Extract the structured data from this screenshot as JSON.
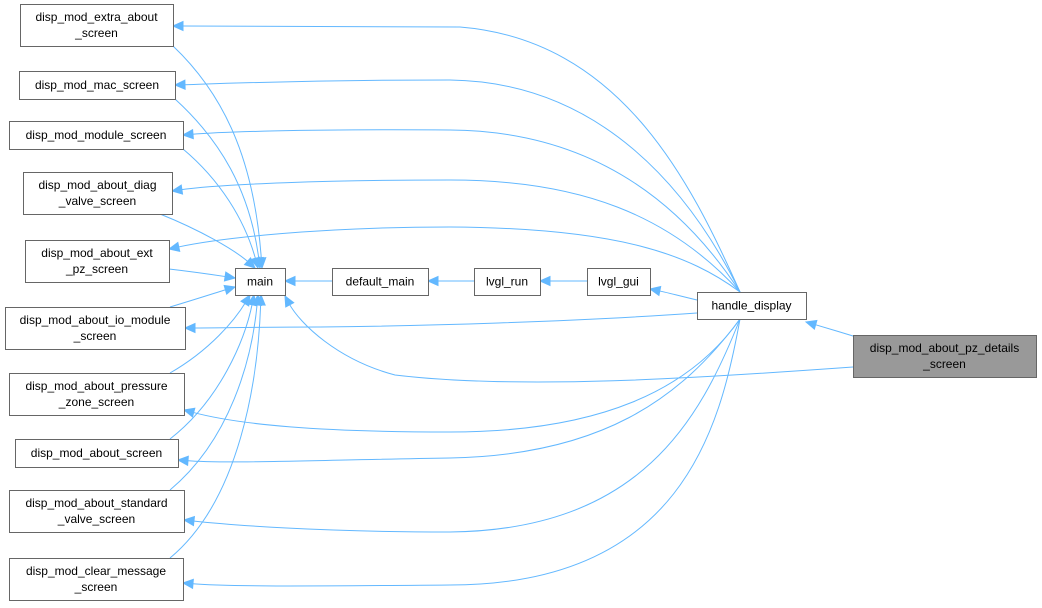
{
  "diagram": {
    "edge_color": "#63b8ff",
    "highlight_color": "#999999",
    "nodes": {
      "extra_about": [
        "disp_mod_extra_about",
        "_screen"
      ],
      "mac": [
        "disp_mod_mac_screen"
      ],
      "module": [
        "disp_mod_module_screen"
      ],
      "diag": [
        "disp_mod_about_diag",
        "_valve_screen"
      ],
      "ext": [
        "disp_mod_about_ext",
        "_pz_screen"
      ],
      "io": [
        "disp_mod_about_io_module",
        "_screen"
      ],
      "pressure": [
        "disp_mod_about_pressure",
        "_zone_screen"
      ],
      "about": [
        "disp_mod_about_screen"
      ],
      "standard": [
        "disp_mod_about_standard",
        "_valve_screen"
      ],
      "clear": [
        "disp_mod_clear_message",
        "_screen"
      ],
      "main": [
        "main"
      ],
      "default_main": [
        "default_main"
      ],
      "lvgl_run": [
        "lvgl_run"
      ],
      "lvgl_gui": [
        "lvgl_gui"
      ],
      "handle_display": [
        "handle_display"
      ],
      "target": [
        "disp_mod_about_pz_details",
        "_screen"
      ]
    },
    "edges": [
      [
        "target",
        "handle_display"
      ],
      [
        "target",
        "main"
      ],
      [
        "handle_display",
        "lvgl_gui"
      ],
      [
        "lvgl_gui",
        "lvgl_run"
      ],
      [
        "lvgl_run",
        "default_main"
      ],
      [
        "default_main",
        "main"
      ],
      [
        "handle_display",
        "extra_about"
      ],
      [
        "handle_display",
        "mac"
      ],
      [
        "handle_display",
        "module"
      ],
      [
        "handle_display",
        "diag"
      ],
      [
        "handle_display",
        "ext"
      ],
      [
        "handle_display",
        "io"
      ],
      [
        "handle_display",
        "pressure"
      ],
      [
        "handle_display",
        "about"
      ],
      [
        "handle_display",
        "standard"
      ],
      [
        "handle_display",
        "clear"
      ],
      [
        "extra_about",
        "main"
      ],
      [
        "mac",
        "main"
      ],
      [
        "module",
        "main"
      ],
      [
        "diag",
        "main"
      ],
      [
        "ext",
        "main"
      ],
      [
        "io",
        "main"
      ],
      [
        "pressure",
        "main"
      ],
      [
        "about",
        "main"
      ],
      [
        "standard",
        "main"
      ],
      [
        "clear",
        "main"
      ]
    ]
  }
}
